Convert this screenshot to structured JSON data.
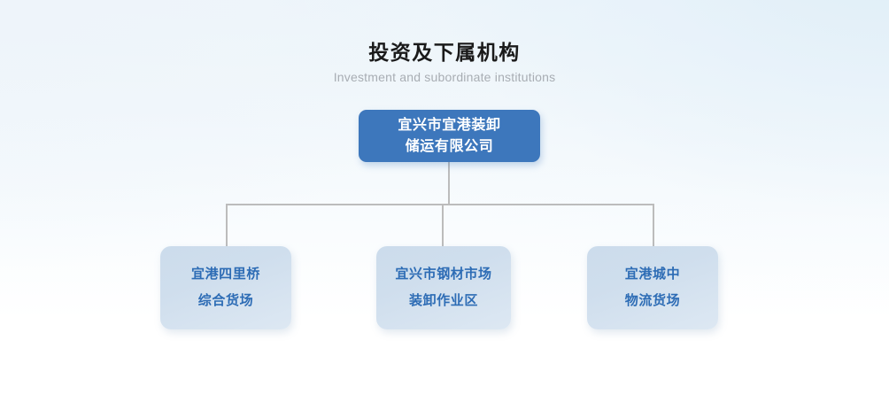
{
  "header": {
    "title": "投资及下属机构",
    "subtitle": "Investment and subordinate institutions"
  },
  "org_chart": {
    "root": {
      "name": "宜兴市宜港装卸储运有限公司",
      "lines": [
        "宜兴市宜港装卸",
        "储运有限公司"
      ]
    },
    "children": [
      {
        "name": "宜港四里桥综合货场",
        "lines": [
          "宜港四里桥",
          "综合货场"
        ]
      },
      {
        "name": "宜兴市钢材市场装卸作业区",
        "lines": [
          "宜兴市钢材市场",
          "装卸作业区"
        ]
      },
      {
        "name": "宜港城中物流货场",
        "lines": [
          "宜港城中",
          "物流货场"
        ]
      }
    ]
  },
  "colors": {
    "root_box": "#3d77bc",
    "root_text": "#ffffff",
    "child_box": "#ccdcec",
    "child_text": "#2d6cb5",
    "connector": "#bcbcbc",
    "title_text": "#1a1a1a",
    "subtitle_text": "#a8adb3",
    "background_top": "#eaf3f9",
    "background_bottom": "#ffffff"
  }
}
